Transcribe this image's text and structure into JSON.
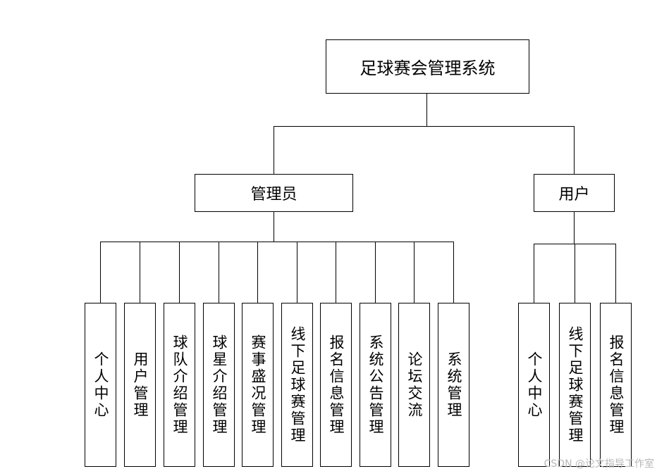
{
  "root": {
    "label": "足球赛会管理系统"
  },
  "roles": [
    {
      "label": "管理员",
      "modules": [
        "个人中心",
        "用户管理",
        "球队介绍管理",
        "球星介绍管理",
        "赛事盛况管理",
        "线下足球赛管理",
        "报名信息管理",
        "系统公告管理",
        "论坛交流",
        "系统管理"
      ]
    },
    {
      "label": "用户",
      "modules": [
        "个人中心",
        "线下足球赛管理",
        "报名信息管理"
      ]
    }
  ],
  "watermark": "CSDN @论文指导工作室"
}
